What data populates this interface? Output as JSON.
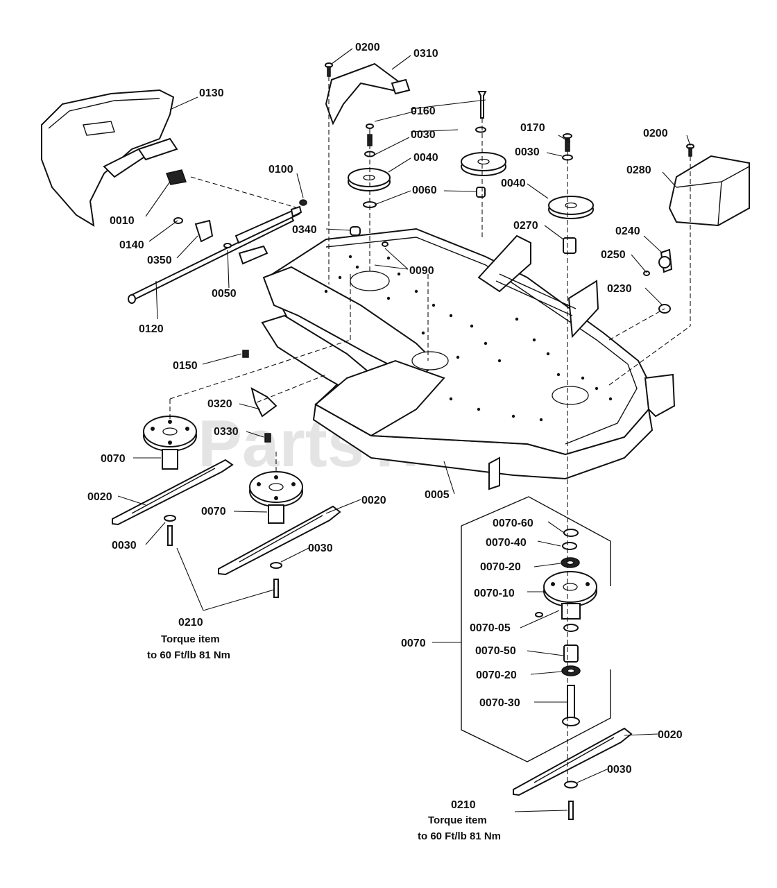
{
  "watermark": "PartsTree",
  "watermark_mark": "TM",
  "labels": {
    "l0200a": "0200",
    "l0310": "0310",
    "l0130": "0130",
    "l0160": "0160",
    "l0030a": "0030",
    "l0170": "0170",
    "l0200b": "0200",
    "l0040a": "0040",
    "l0030b": "0030",
    "l0280": "0280",
    "l0100": "0100",
    "l0060": "0060",
    "l0040b": "0040",
    "l0010": "0010",
    "l0340": "0340",
    "l0270": "0270",
    "l0240": "0240",
    "l0140": "0140",
    "l0350": "0350",
    "l0090": "0090",
    "l0250": "0250",
    "l0050": "0050",
    "l0230": "0230",
    "l0120": "0120",
    "l0150": "0150",
    "l0320": "0320",
    "l0330": "0330",
    "l0070a": "0070",
    "l0005": "0005",
    "l0020a": "0020",
    "l0020b": "0020",
    "l0070b": "0070",
    "l0070_60": "0070-60",
    "l0070_40": "0070-40",
    "l0030c": "0030",
    "l0030d": "0030",
    "l0070_20a": "0070-20",
    "l0070_10": "0070-10",
    "l0210a": "0210",
    "l0070_05": "0070-05",
    "l0070c": "0070",
    "l0070_50": "0070-50",
    "l0070_20b": "0070-20",
    "l0070_30": "0070-30",
    "l0020c": "0020",
    "l0030e": "0030",
    "l0210b": "0210"
  },
  "notes": {
    "torque_a_line1": "Torque item",
    "torque_a_line2": "to 60 Ft/lb 81 Nm",
    "torque_b_line1": "Torque item",
    "torque_b_line2": "to 60 Ft/lb 81 Nm"
  }
}
